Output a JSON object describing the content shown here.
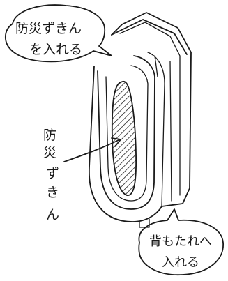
{
  "bubble_top": {
    "line1": "防災ずきん",
    "line2": "を入れる"
  },
  "side_label": {
    "chars": [
      "防",
      "災",
      "ず",
      "き",
      "ん"
    ]
  },
  "bubble_bottom": {
    "line1": "背もたれへ",
    "line2": "入れる"
  },
  "colors": {
    "ink": "#1a1a1a",
    "paper": "#ffffff"
  }
}
